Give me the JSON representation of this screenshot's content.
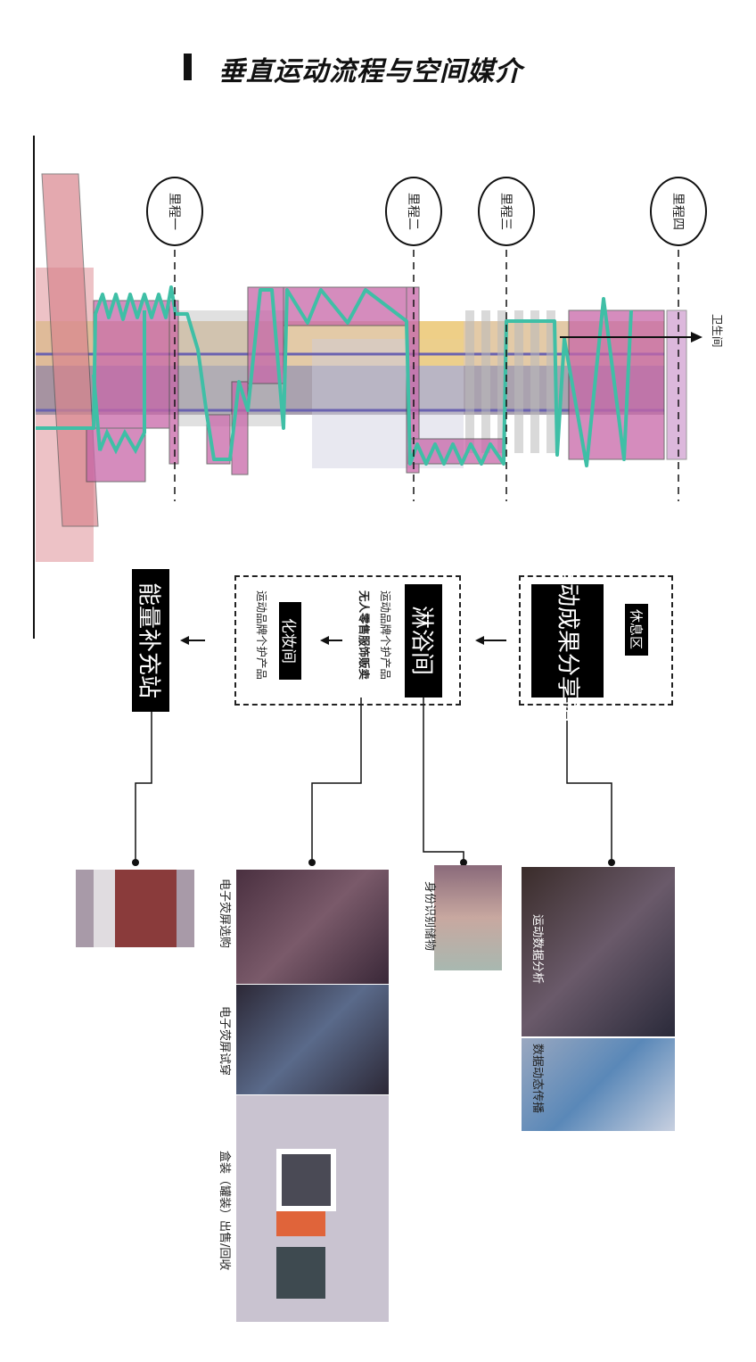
{
  "title": "垂直运动流程与空间媒介",
  "milestones": [
    "里程一",
    "里程二",
    "里程三",
    "里程四"
  ],
  "arrow_label": "卫生间",
  "flow": {
    "rest_area": "休息区",
    "share_station": "运动成果分享站",
    "shower": "淋浴间",
    "shower_items": [
      "运动品牌个护产品",
      "无人零售服饰贩卖"
    ],
    "makeup": "化妆间",
    "makeup_items": [
      "运动品牌个护产品"
    ],
    "energy": "能量补充站"
  },
  "media": {
    "share": [
      "运动数据分析",
      "数据动态传播"
    ],
    "shower": [
      "身份识别储物"
    ],
    "makeup": [
      "电子荧屏选购",
      "电子荧屏试穿",
      "盒装（罐装）出售/回收"
    ]
  },
  "colors": {
    "accent_line": "#3fbfa6",
    "box_pink": "#c766a8",
    "band_tan": "#d9b88a",
    "band_purple": "#6b5c8a"
  }
}
